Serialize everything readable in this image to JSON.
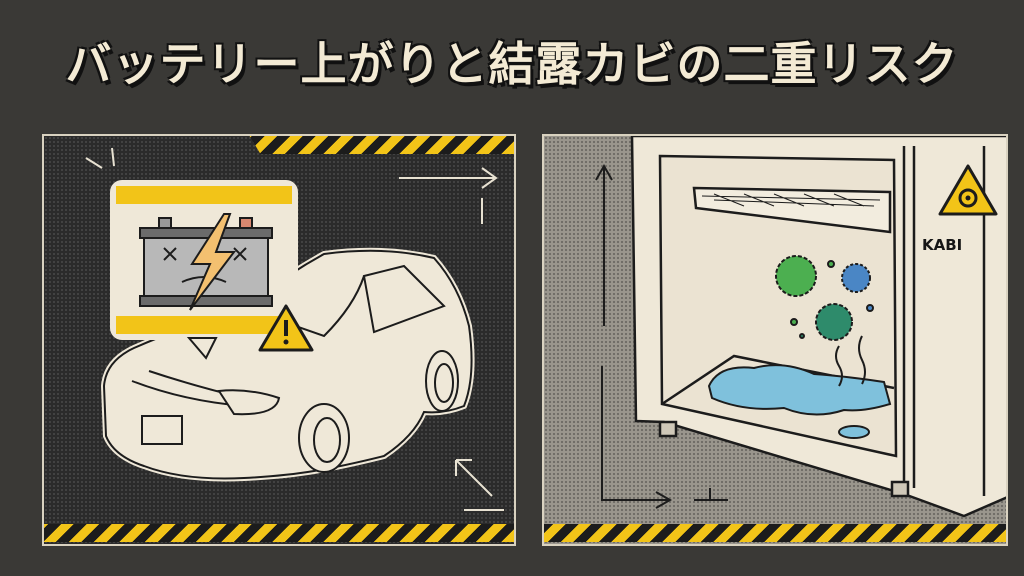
{
  "title": "バッテリー上がりと結露カビの二重リスク",
  "left_panel": {
    "subject": "car",
    "callout": {
      "icon": "dead-battery-icon",
      "badge": "warning-icon"
    },
    "decorations": [
      "arrow-right-icon",
      "arrow-up-left-icon",
      "spark-lines"
    ]
  },
  "right_panel": {
    "subject": "open-refrigerator",
    "elements": [
      "shelf",
      "water-puddle",
      "mold-germs",
      "steam-lines"
    ],
    "hazard_sign": {
      "icon": "biohazard-icon",
      "label": "KABI"
    },
    "decorations": [
      "arrow-up-icon",
      "arrow-right-icon"
    ]
  },
  "colors": {
    "background": "#3a3936",
    "hazard_yellow": "#f2c418",
    "paper": "#efe8d8",
    "water": "#7fc1dc",
    "germ_green": "#4caf50",
    "germ_blue": "#4a86c5"
  }
}
